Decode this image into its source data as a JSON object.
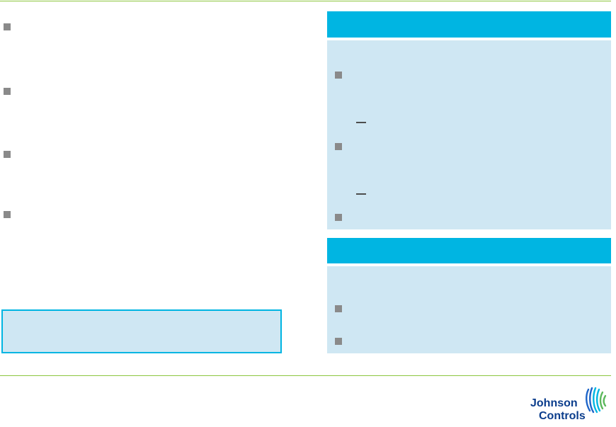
{
  "left_bullets": [
    {
      "text": ""
    },
    {
      "text": ""
    },
    {
      "text": ""
    },
    {
      "text": ""
    }
  ],
  "callout": {
    "text": ""
  },
  "right_top": {
    "header": "",
    "items": [
      {
        "kind": "bullet",
        "text": ""
      },
      {
        "kind": "dash",
        "text": ""
      },
      {
        "kind": "bullet",
        "text": ""
      },
      {
        "kind": "dash",
        "text": ""
      },
      {
        "kind": "bullet",
        "text": ""
      }
    ]
  },
  "right_bottom": {
    "header": "",
    "items": [
      {
        "kind": "bullet",
        "text": ""
      },
      {
        "kind": "bullet",
        "text": ""
      }
    ]
  },
  "logo": {
    "line1": "Johnson",
    "line2": "Controls",
    "colors": {
      "text": "#0b3d8c",
      "blue": "#1d64c8",
      "cyan": "#00b5e2",
      "green": "#5cb85c"
    }
  },
  "colors": {
    "accent": "#00b5e2",
    "panel": "#cfe7f3",
    "rule": "#8cc63f",
    "bullet": "#8a8a8a"
  }
}
